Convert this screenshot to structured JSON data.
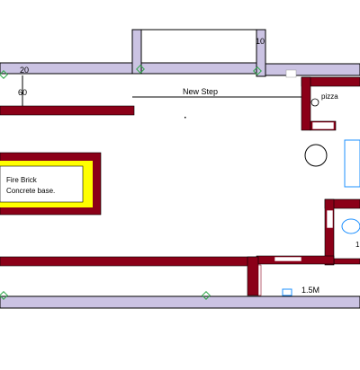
{
  "labels": {
    "dim_top_left": "20",
    "dim_left_vertical": "60",
    "dim_alcove": "10",
    "new_step": "New Step",
    "pizza": "pizza",
    "fire_brick": "Fire Brick",
    "concrete_base": "Concrete base.",
    "dim_right_partial": "1",
    "dim_bottom": "1.5M"
  },
  "colors": {
    "lavender_wall": "#cbc3e3",
    "maroon_wall": "#8b0018",
    "fire_pit_outer": "#8b0018",
    "fire_pit_inner": "#ffff00",
    "fixture_blue": "#1e90ff",
    "marker_green": "#2fa84a"
  },
  "icons": {
    "wall_markers": "green-diamond-marker",
    "pizza_oven": "circle-outline",
    "round_table": "circle-outline",
    "sink": "blue-oval"
  }
}
